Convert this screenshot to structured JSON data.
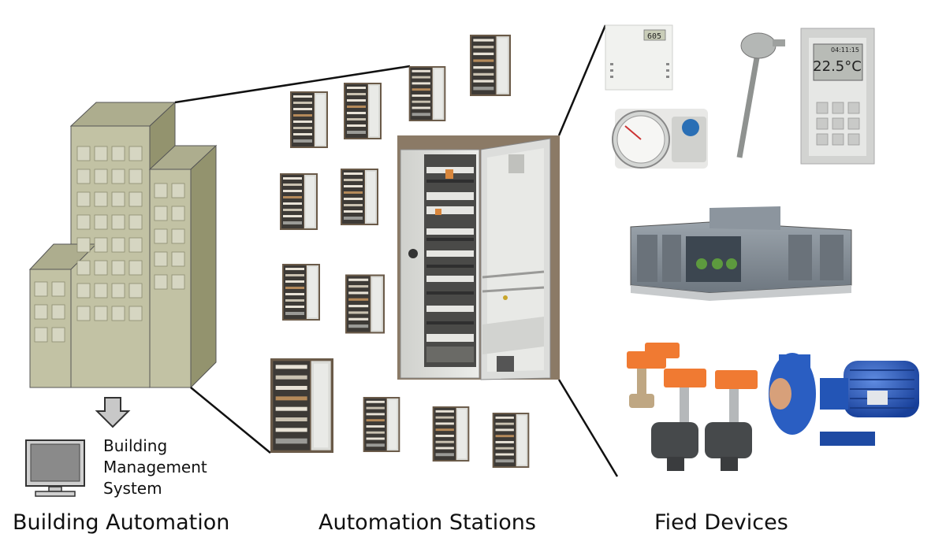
{
  "sections": {
    "building_automation": "Building Automation",
    "automation_stations": "Automation Stations",
    "field_devices": "Fied Devices"
  },
  "bms": {
    "line1": "Building",
    "line2": "Management",
    "line3": "System"
  },
  "devices": {
    "sensor_display": "605",
    "thermostat_display": "22.5°C",
    "thermostat_time": "04:11:15"
  },
  "colors": {
    "building_front": "#c2c2a4",
    "building_side": "#93936e",
    "building_top": "#adad8e",
    "cabinet": "#d8d9d6",
    "actuator": "#f07a32",
    "pump": "#1f4fb0"
  }
}
